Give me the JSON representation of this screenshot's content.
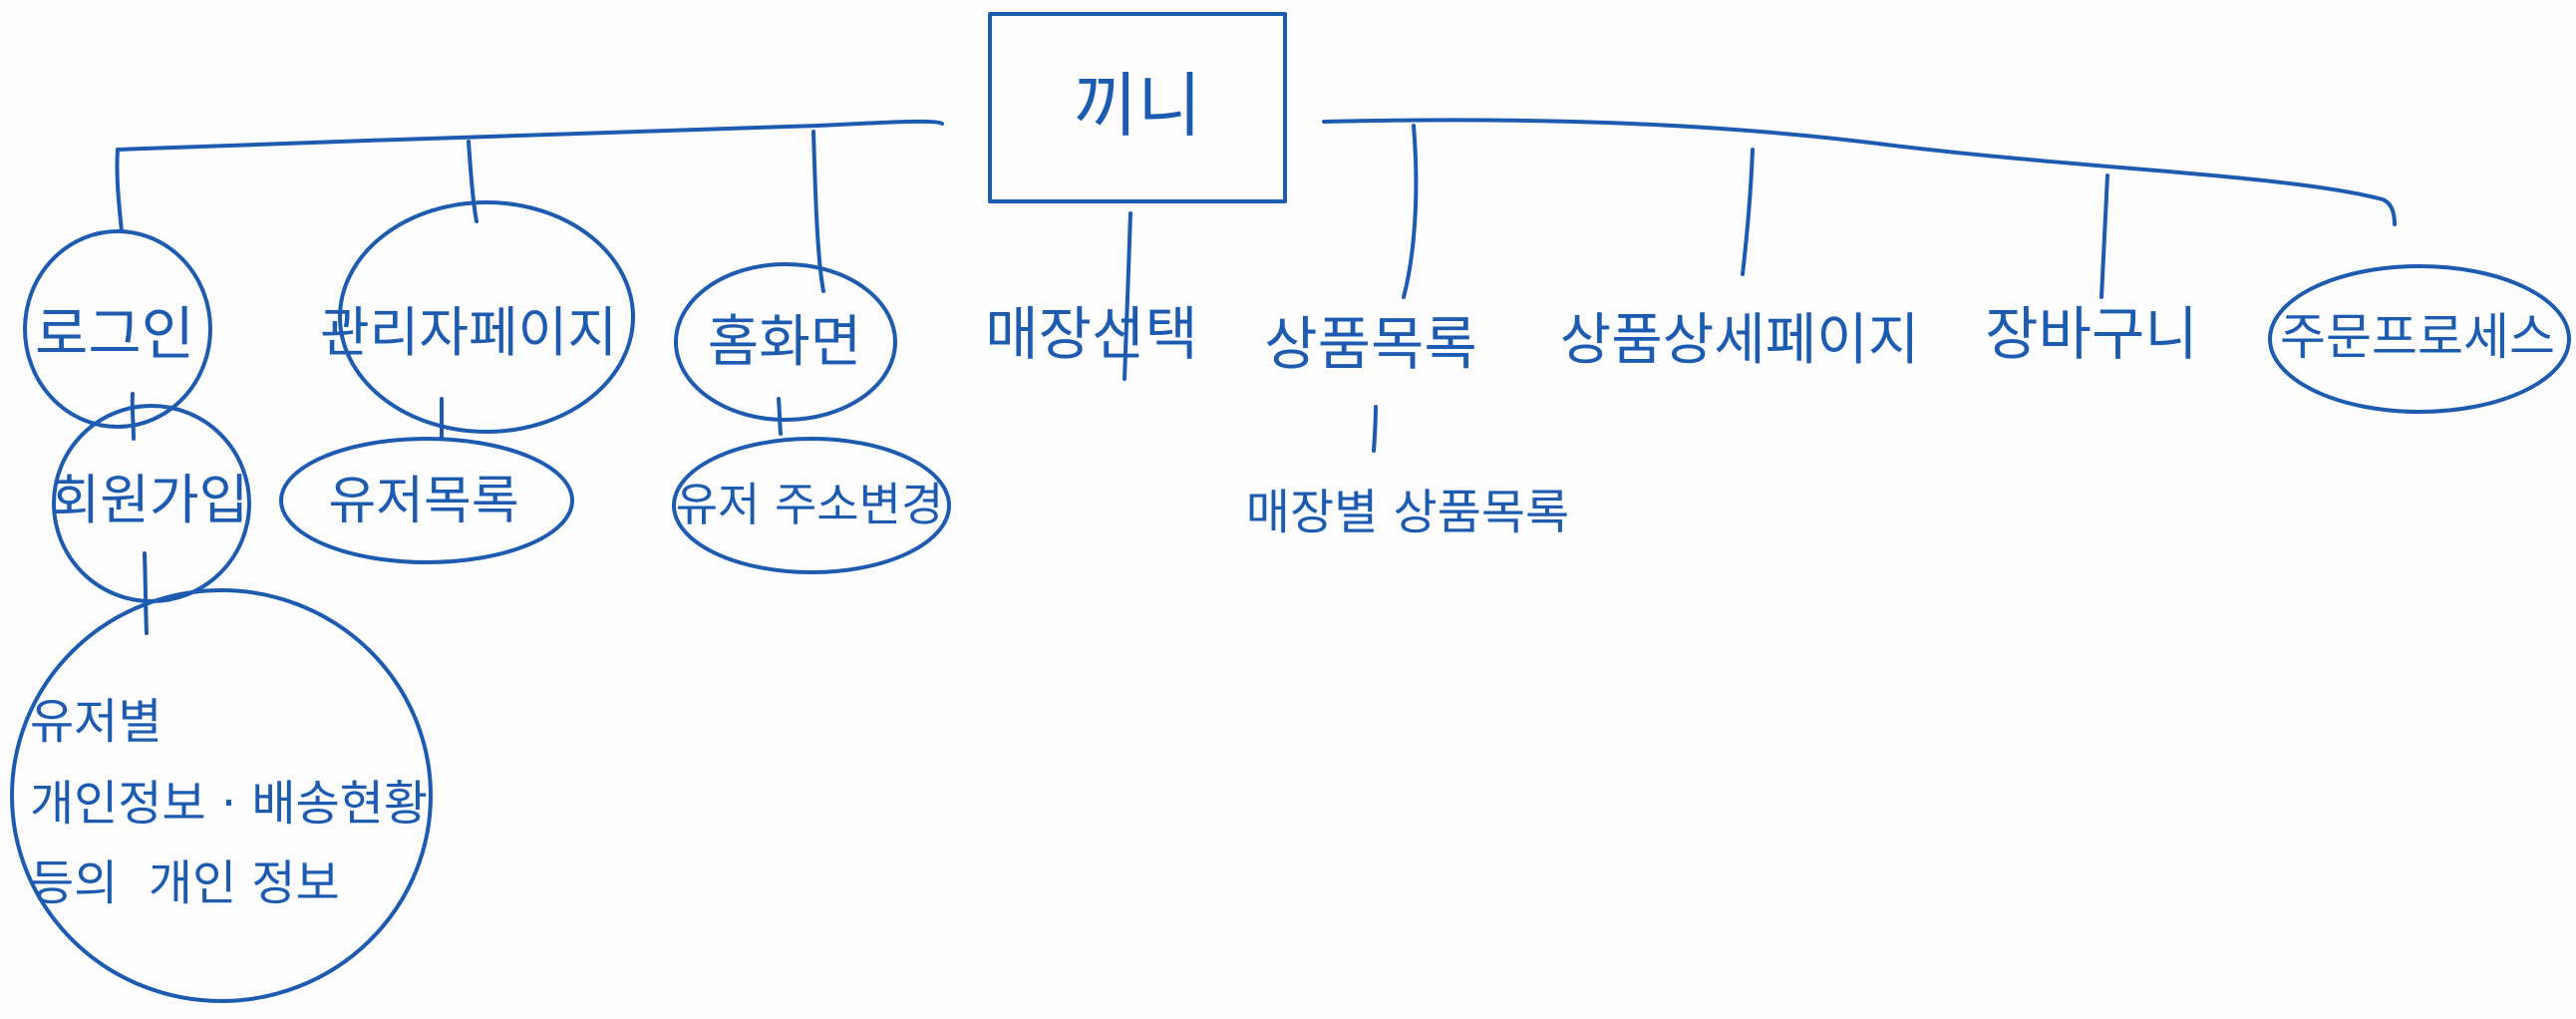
{
  "theme": {
    "ink_color": "#1c5bb0",
    "background": "#fdfdfd"
  },
  "root": {
    "label": "끼니"
  },
  "nodes": {
    "login": "로그인",
    "signup": "회원가입",
    "signup_detail_line1": "유저별",
    "signup_detail_line2": "개인정보 · 배송현황",
    "signup_detail_line3": "등의  개인 정보",
    "admin_page": "관리자페이지",
    "user_list": "유저목록",
    "home": "홈화면",
    "address_change": "유저 주소변경",
    "store_select": "매장선택",
    "product_list": "상품목록",
    "store_product_list": "매장별 상품목록",
    "product_detail": "상품상세페이지",
    "cart": "장바구니",
    "order_process": "주문프로세스"
  }
}
